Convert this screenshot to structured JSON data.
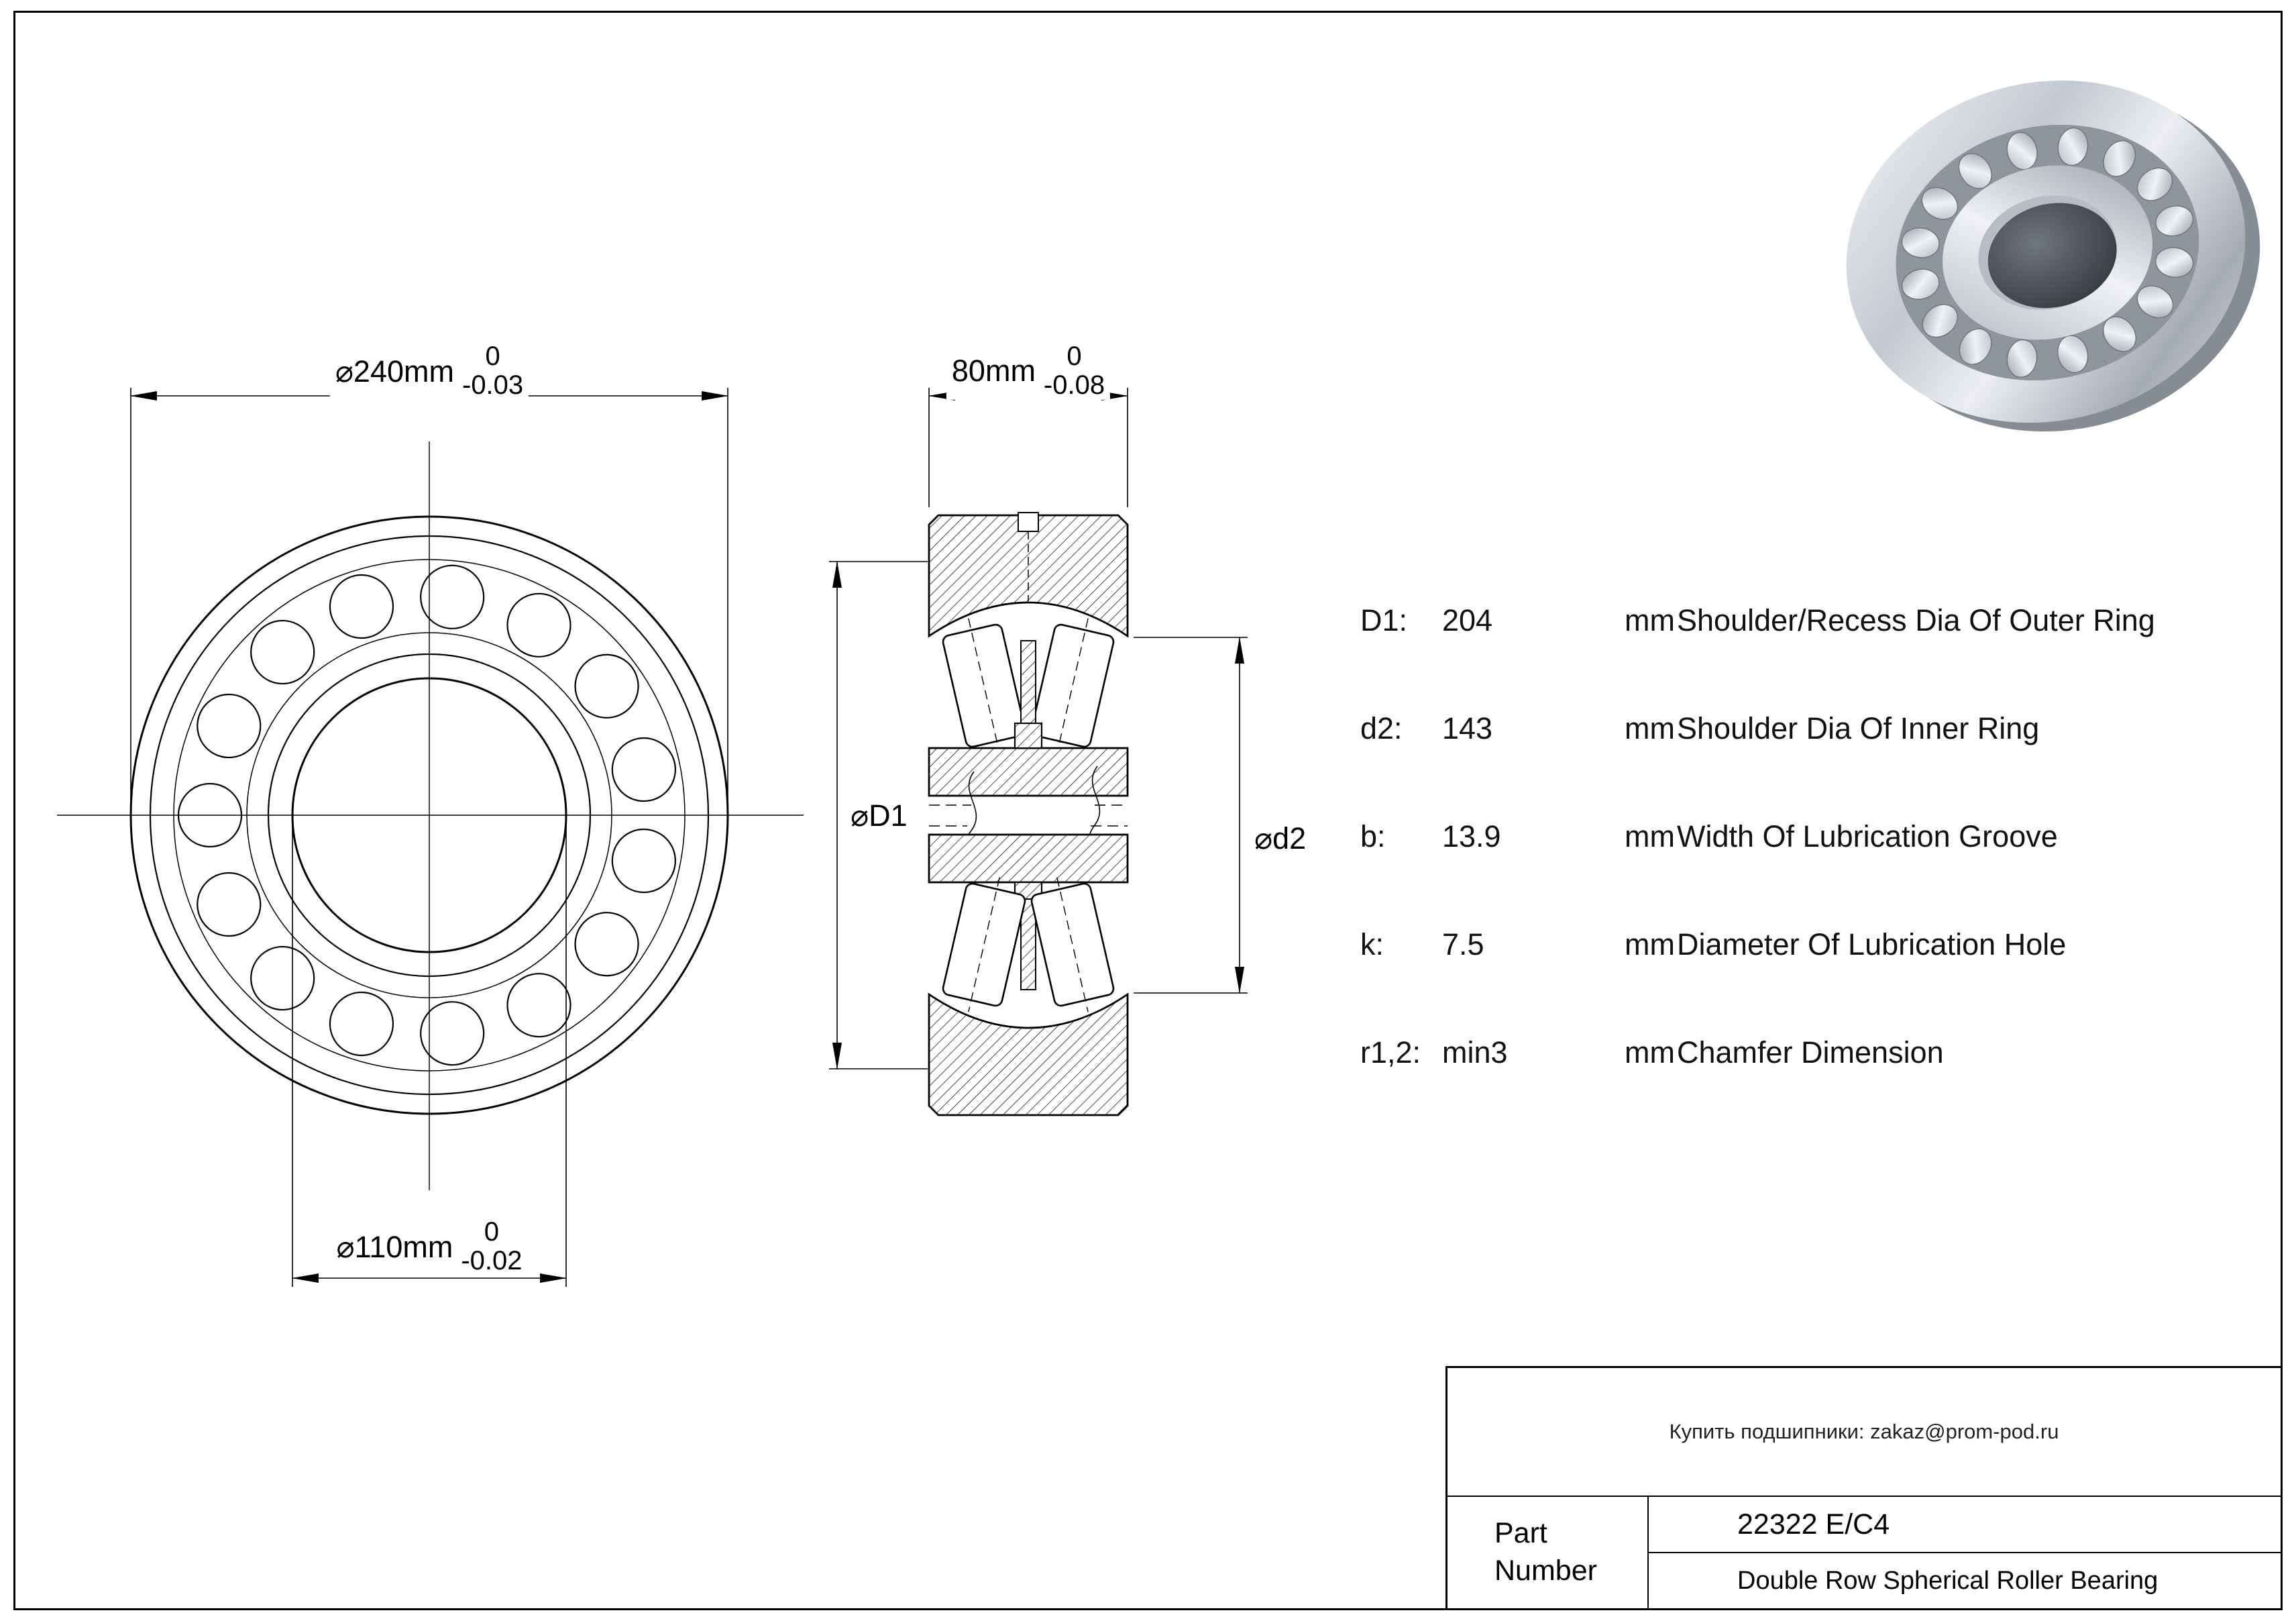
{
  "colors": {
    "line": "#000000",
    "background": "#ffffff"
  },
  "front_view": {
    "outer_dim": {
      "prefix": "⌀240mm",
      "upper": "0",
      "lower": "-0.03"
    },
    "bore_dim": {
      "prefix": "⌀110mm",
      "upper": "0",
      "lower": "-0.02"
    }
  },
  "section_view": {
    "width_dim": {
      "prefix": "80mm",
      "upper": "0",
      "lower": "-0.08"
    },
    "d1_label": "⌀D1",
    "d2_label": "⌀d2"
  },
  "specs": [
    {
      "label": "D1:",
      "value": "204",
      "unit": "mm",
      "desc": "Shoulder/Recess Dia Of Outer Ring"
    },
    {
      "label": "d2:",
      "value": "143",
      "unit": "mm",
      "desc": "Shoulder Dia Of Inner Ring"
    },
    {
      "label": "b:",
      "value": "13.9",
      "unit": "mm",
      "desc": "Width Of Lubrication Groove"
    },
    {
      "label": "k:",
      "value": "7.5",
      "unit": "mm",
      "desc": "Diameter Of Lubrication Hole"
    },
    {
      "label": "r1,2:",
      "value": "min3",
      "unit": "mm",
      "desc": "Chamfer Dimension"
    }
  ],
  "title_block": {
    "contact": "Купить подшипники: zakaz@prom-pod.ru",
    "part_label": "Part Number",
    "part_number": "22322 E/C4",
    "part_desc": "Double Row Spherical Roller Bearing"
  }
}
